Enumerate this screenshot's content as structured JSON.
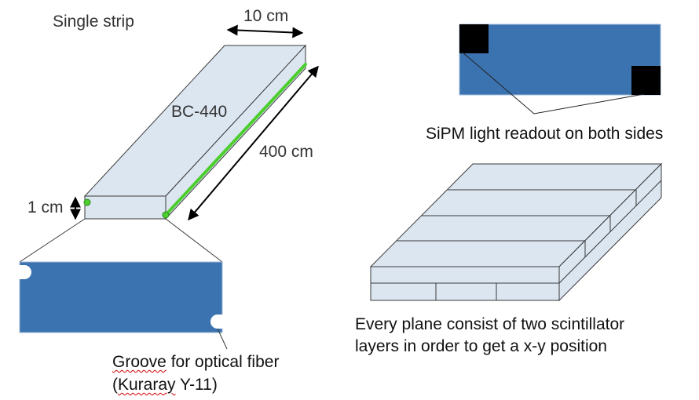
{
  "labels": {
    "title": "Single strip",
    "width": "10 cm",
    "material": "BC-440",
    "length": "400 cm",
    "thickness": "1 cm",
    "sipm": "SiPM light readout on both sides",
    "groove_line1_word1": "Groove",
    "groove_line1_rest": " for optical fiber",
    "groove_line2_open": "(",
    "groove_line2_word": "Kuraray",
    "groove_line2_rest": " Y-11)",
    "plane_line1": "Every plane consist of two scintillator",
    "plane_line2": "layers in order to get a x-y position"
  },
  "colors": {
    "strip_face": "#dce6f1",
    "outline": "#3a3a3a",
    "fiber": "#4ccf2e",
    "cross_section": "#3b73b0",
    "sipm": "#000000",
    "text": "#333333",
    "text_dark": "#111111",
    "spellcheck": "#d00000"
  }
}
